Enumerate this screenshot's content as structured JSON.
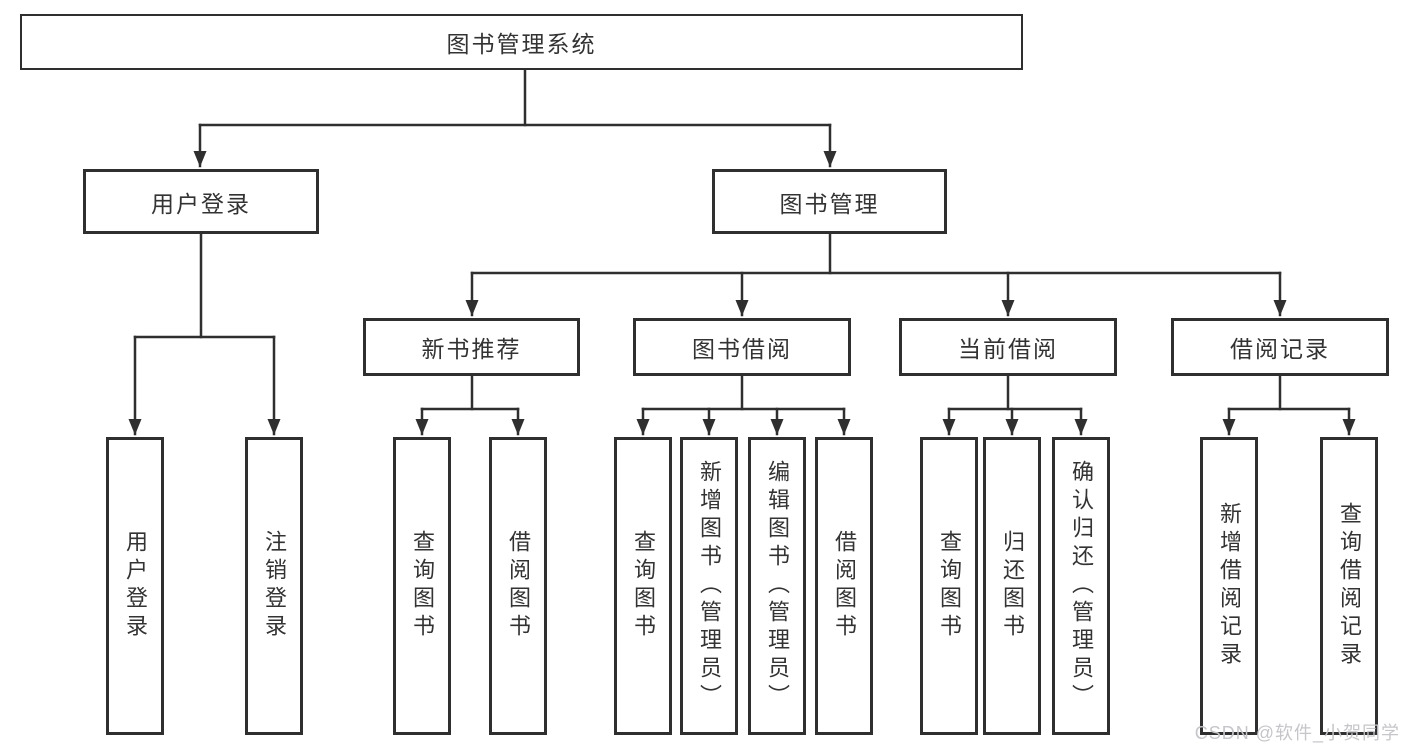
{
  "diagram": {
    "root": {
      "label": "图书管理系统"
    },
    "level2": [
      {
        "label": "用户登录"
      },
      {
        "label": "图书管理"
      }
    ],
    "level3": [
      {
        "label": "新书推荐",
        "parent": "图书管理"
      },
      {
        "label": "图书借阅",
        "parent": "图书管理"
      },
      {
        "label": "当前借阅",
        "parent": "图书管理"
      },
      {
        "label": "借阅记录",
        "parent": "图书管理"
      }
    ],
    "leaves": [
      {
        "label": "用户登录",
        "parent": "用户登录"
      },
      {
        "label": "注销登录",
        "parent": "用户登录"
      },
      {
        "label": "查询图书",
        "parent": "新书推荐"
      },
      {
        "label": "借阅图书",
        "parent": "新书推荐"
      },
      {
        "label": "查询图书",
        "parent": "图书借阅"
      },
      {
        "label": "新增图书（管理员）",
        "parent": "图书借阅"
      },
      {
        "label": "编辑图书（管理员）",
        "parent": "图书借阅"
      },
      {
        "label": "借阅图书",
        "parent": "图书借阅"
      },
      {
        "label": "查询图书",
        "parent": "当前借阅"
      },
      {
        "label": "归还图书",
        "parent": "当前借阅"
      },
      {
        "label": "确认归还（管理员）",
        "parent": "当前借阅"
      },
      {
        "label": "新增借阅记录",
        "parent": "借阅记录"
      },
      {
        "label": "查询借阅记录",
        "parent": "借阅记录"
      }
    ],
    "colors": {
      "line": "#2f2f2f",
      "box_border": "#2f2f2f",
      "text": "#333333",
      "background": "#ffffff",
      "watermark": "#c6c6ca"
    },
    "watermark": "CSDN @软件_小贺同学"
  }
}
